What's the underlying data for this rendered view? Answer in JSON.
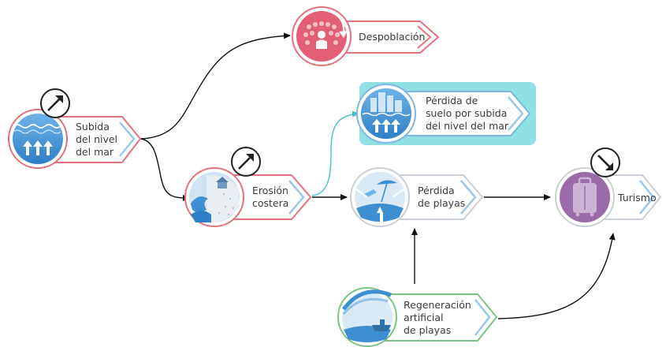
{
  "nodes": {
    "subida": {
      "lines": [
        "Subida",
        "del nivel",
        "del mar"
      ],
      "trend": "up",
      "border_color": "#e3737d",
      "icon": "rising-sea-icon"
    },
    "despoblacion": {
      "lines": [
        "Despoblación"
      ],
      "trend": "none",
      "border_color": "#e3737d",
      "icon": "population-decline-icon"
    },
    "perdida_suelo": {
      "lines": [
        "Pérdida de",
        "suelo por subida",
        "del nivel del mar"
      ],
      "trend": "none",
      "border_color": "#6fcfd6",
      "highlight_color": "#8fe0e3",
      "icon": "flooded-city-icon"
    },
    "erosion": {
      "lines": [
        "Erosión",
        "costera"
      ],
      "trend": "up",
      "border_color": "#e3737d",
      "icon": "coastal-erosion-icon"
    },
    "perdida_playas": {
      "lines": [
        "Pérdida",
        "de playas"
      ],
      "trend": "none",
      "border_color": "#c9cfd6",
      "icon": "beach-loss-icon"
    },
    "turismo": {
      "lines": [
        "Turismo"
      ],
      "trend": "down",
      "border_color": "#c9cfd6",
      "icon": "suitcase-icon"
    },
    "regeneracion": {
      "lines": [
        "Regeneración",
        "artificial",
        "de playas"
      ],
      "trend": "none",
      "border_color": "#7dc484",
      "icon": "sand-pumping-icon"
    }
  },
  "colors": {
    "blue": "#3d8fd1",
    "red": "#e3737d",
    "green": "#7dc484",
    "teal": "#4ec3cd",
    "purple": "#9b6aa8",
    "pink": "#e35f73"
  }
}
